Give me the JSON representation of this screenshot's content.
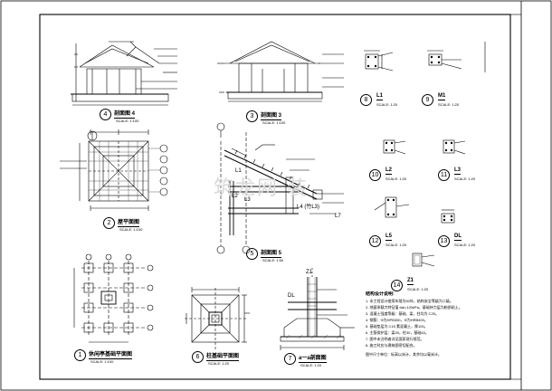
{
  "views": {
    "v4": {
      "num": "4",
      "title": "剖面图 4",
      "scale": "SCALE: 1:100"
    },
    "v3": {
      "num": "3",
      "title": "剖面图 3",
      "scale": "SCALE: 1:100"
    },
    "v2": {
      "num": "2",
      "title": "屋平面图",
      "scale": "SCALE: 1:100"
    },
    "v5": {
      "num": "5",
      "title": "剖面图 5",
      "scale": "SCALE: 1:50"
    },
    "v1": {
      "num": "1",
      "title": "休闲亭基础平面图",
      "scale": "SCALE: 1:100"
    },
    "v6": {
      "num": "6",
      "title": "柱基础平面图",
      "scale": "SCALE: 1:20"
    },
    "v7": {
      "num": "7",
      "title": "a一a剖面图",
      "scale": "SCALE: 1:20"
    }
  },
  "sections": [
    {
      "num": "8",
      "name": "L1",
      "scale": "SCALE: 1:20"
    },
    {
      "num": "9",
      "name": "M1",
      "scale": "SCALE: 1:20"
    },
    {
      "num": "10",
      "name": "L2",
      "scale": "SCALE: 1:20"
    },
    {
      "num": "11",
      "name": "L3",
      "scale": "SCALE: 1:20"
    },
    {
      "num": "12",
      "name": "L5",
      "scale": "SCALE: 1:20"
    },
    {
      "num": "13",
      "name": "DL",
      "scale": "SCALE: 1:20"
    },
    {
      "num": "14",
      "name": "Z1",
      "scale": "SCALE: 1:20"
    }
  ],
  "v5_labels": {
    "l1": "L1",
    "l2": "L2",
    "l3": "L3",
    "l4": "L4 (竹L3)",
    "l7": "L7"
  },
  "v7_labels": {
    "dl": "DL",
    "z1": "Z1"
  },
  "notes": {
    "heading": "结构设计说明:",
    "lines": [
      "1. 本工程设计使用年限为50年，结构安全等级为二级。",
      "2. 地基承载力特征值 fak=120kPa，基础持力层为粉质粘土。",
      "3. 混凝土强度等级：基础、梁、柱均为 C25。",
      "4. 钢筋：Φ为HPB300，Φ为HRB400。",
      "5. 基础垫层为 C15 素混凝土，厚100。",
      "6. 主筋保护层：梁25，柱30，基础40。",
      "7. 图中未注明者详见国家现行规范。",
      "8. 施工时应与建筑图密切配合。"
    ],
    "footer": "图中尺寸单位：标高以米计，其余均以毫米计。"
  },
  "watermark": "筑龙网 装"
}
